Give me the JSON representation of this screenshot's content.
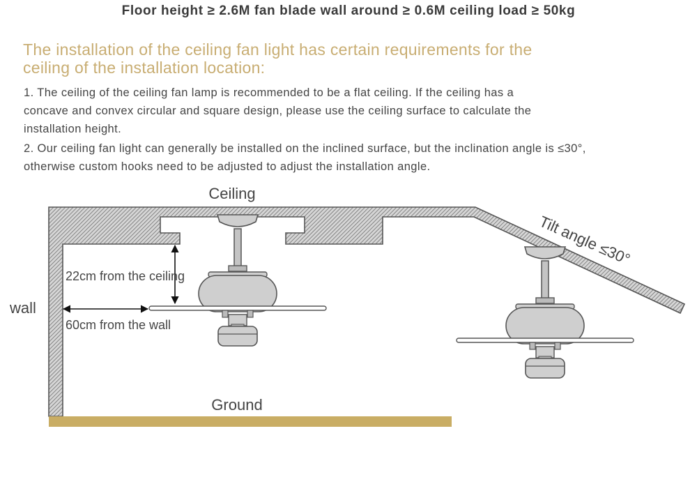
{
  "header": {
    "title": "Floor height ≥ 2.6M fan blade wall around ≥ 0.6M ceiling load ≥ 50kg"
  },
  "intro": {
    "subtitle": "The installation of the ceiling fan light has certain requirements for the ceiling of the installation location:"
  },
  "notes": [
    "1. The ceiling of the ceiling fan lamp is recommended to be a flat ceiling. If the ceiling has a concave and convex circular and square design, please use the ceiling surface to calculate the installation height.",
    "2. Our ceiling fan light can generally be installed on the inclined surface, but the inclination angle is ≤30°, otherwise custom hooks need to be adjusted to adjust the installation angle."
  ],
  "diagram": {
    "ceiling_label": "Ceiling",
    "wall_label": "wall",
    "ground_label": "Ground",
    "ceiling_distance_label": "22cm from the ceiling",
    "wall_distance_label": "60cm from the wall",
    "tilt_label": "Tilt angle ≤30°"
  },
  "colors": {
    "accent": "#c8ad72",
    "ground": "#c9ad64",
    "hatch": "#7a7a7a",
    "fan_body": "#cfcfcf"
  }
}
